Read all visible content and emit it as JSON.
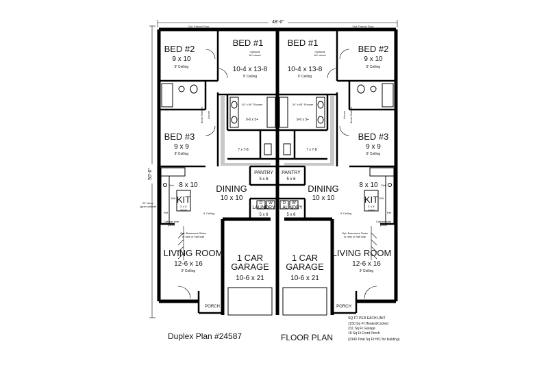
{
  "plan": {
    "overall_width": "48'-0\"",
    "overall_depth": "50'-0\"",
    "left_unit": {
      "top_door_note": "Opt. French Door",
      "bed2": {
        "name": "BED #2",
        "size": "9 x 10",
        "ceiling": "8' Ceiling"
      },
      "bed1": {
        "name": "BED #1",
        "size": "10-4 x 13-8",
        "ceiling": "9' Ceiling",
        "note1": "Optional",
        "note2": "AC closet"
      },
      "bath_shower": "34\" x 60\" Shower",
      "bath_size": "9-6 x 5+",
      "alcove": "Alcove",
      "book_shelves": "Book Shelves",
      "closet": "7 x 7-8",
      "bed3": {
        "name": "BED #3",
        "size": "9 x 9",
        "ceiling": "8' Ceiling"
      },
      "pantry": {
        "name": "PANTRY",
        "size": "5 x 6"
      },
      "kitchen": {
        "size": "8 x 10",
        "name": "KIT",
        "island1": "3' x 5'",
        "island2": "Island",
        "sink": "Sink",
        "dw": "DW",
        "ref": "Ref",
        "cab1": "Cabinet side",
        "cab2": "panel",
        "upper1": "24\" deep",
        "upper2": "upper cabinet"
      },
      "dining": {
        "name": "DINING",
        "size": "10 x 10"
      },
      "laundry": {
        "name": "LAUNDRY",
        "size": "5 x 6",
        "d": "D",
        "w": "W"
      },
      "ceiling_9": "9' Ceiling",
      "basement_note1": "Opt. Basement Stairs",
      "basement_note2": "or rails or half wall",
      "living": {
        "name": "LIVING ROOM",
        "size": "12-6 x 16",
        "ceiling": "9' Ceiling"
      },
      "garage": {
        "name1": "1 CAR",
        "name2": "GARAGE",
        "size": "10-6 x 21"
      },
      "porch": "PORCH"
    },
    "right_unit": {
      "top_door_note": "Opt. French Door",
      "bed1": {
        "name": "BED #1",
        "size": "10-4 x 13-8",
        "ceiling": "9' Ceiling",
        "note1": "Optional",
        "note2": "AC closet"
      },
      "bed2": {
        "name": "BED #2",
        "size": "9 x 10",
        "ceiling": "8' Ceiling"
      },
      "bath_shower": "34\" x 60\" Shower",
      "bath_size": "9-6 x 5+",
      "alcove": "Alcove",
      "book_shelves": "Book Shelves",
      "closet": "7 x 7-8",
      "bed3": {
        "name": "BED #3",
        "size": "9 x 9",
        "ceiling": "8' Ceiling"
      },
      "pantry": {
        "name": "PANTRY",
        "size": "5 x 6"
      },
      "kitchen": {
        "size": "8 x 10",
        "name": "KIT",
        "island1": "3' x 5'",
        "island2": "Island",
        "sink": "Sink",
        "dw": "DW",
        "ref": "Ref",
        "cab1": "Cabinet side",
        "cab2": "panel"
      },
      "dining": {
        "name": "DINING",
        "size": "10 x 10"
      },
      "laundry": {
        "name": "LAUNDRY",
        "size": "5 x 6",
        "d": "D",
        "w": "W"
      },
      "ceiling_9": "9' Ceiling",
      "basement_note1": "Opt. Basement Stairs",
      "basement_note2": "or rails or half wall",
      "living": {
        "name": "LIVING ROOM",
        "size": "12-6 x 16",
        "ceiling": "9' Ceiling"
      },
      "garage": {
        "name1": "1 CAR",
        "name2": "GARAGE",
        "size": "10-6 x 21"
      },
      "porch": "PORCH"
    }
  },
  "footer": {
    "plan_number": "Duplex Plan #24587",
    "floor_plan": "FLOOR PLAN",
    "sqft_title": "SQ FT PER EACH UNIT",
    "sqft_heated": "1150 Sq Ft Heated/Cooled",
    "sqft_garage": "231 Sq Ft Garage",
    "sqft_porch": "18 Sq Ft Front Porch",
    "sqft_total": "(2340 Total Sq Ft H/C for building)"
  }
}
